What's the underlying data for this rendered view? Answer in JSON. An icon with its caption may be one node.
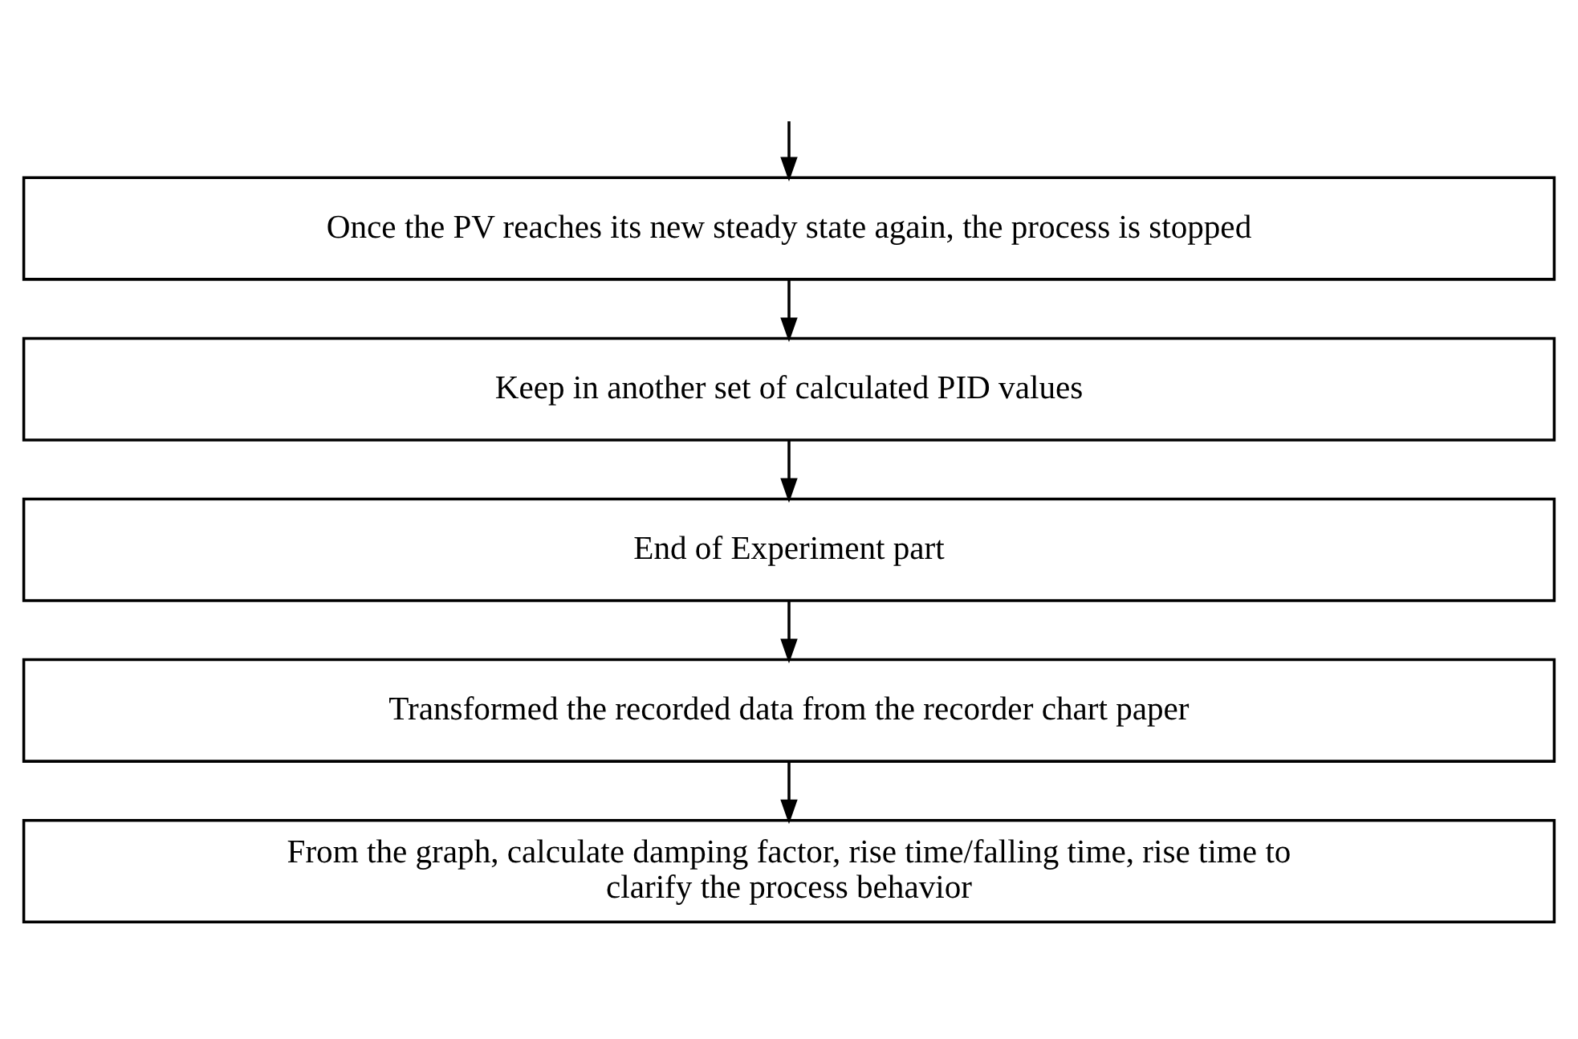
{
  "diagram": {
    "nodes": [
      {
        "text": [
          "Once the PV reaches its new steady state again, the process is stopped"
        ]
      },
      {
        "text": [
          "Keep in another set of calculated PID values"
        ]
      },
      {
        "text": [
          "End of Experiment part"
        ]
      },
      {
        "text": [
          "Transformed the recorded data from the recorder chart paper"
        ]
      },
      {
        "text": [
          "From the graph, calculate damping factor, rise time/falling time, rise time to clarify the process behavior"
        ]
      }
    ],
    "edges": [
      {
        "from": null,
        "to": 0,
        "arrow": "to"
      },
      {
        "from": 0,
        "to": 1,
        "arrow": "to"
      },
      {
        "from": 1,
        "to": 2,
        "arrow": "to"
      },
      {
        "from": 2,
        "to": 3,
        "arrow": "to"
      },
      {
        "from": 3,
        "to": 4,
        "arrow": "to"
      }
    ]
  }
}
